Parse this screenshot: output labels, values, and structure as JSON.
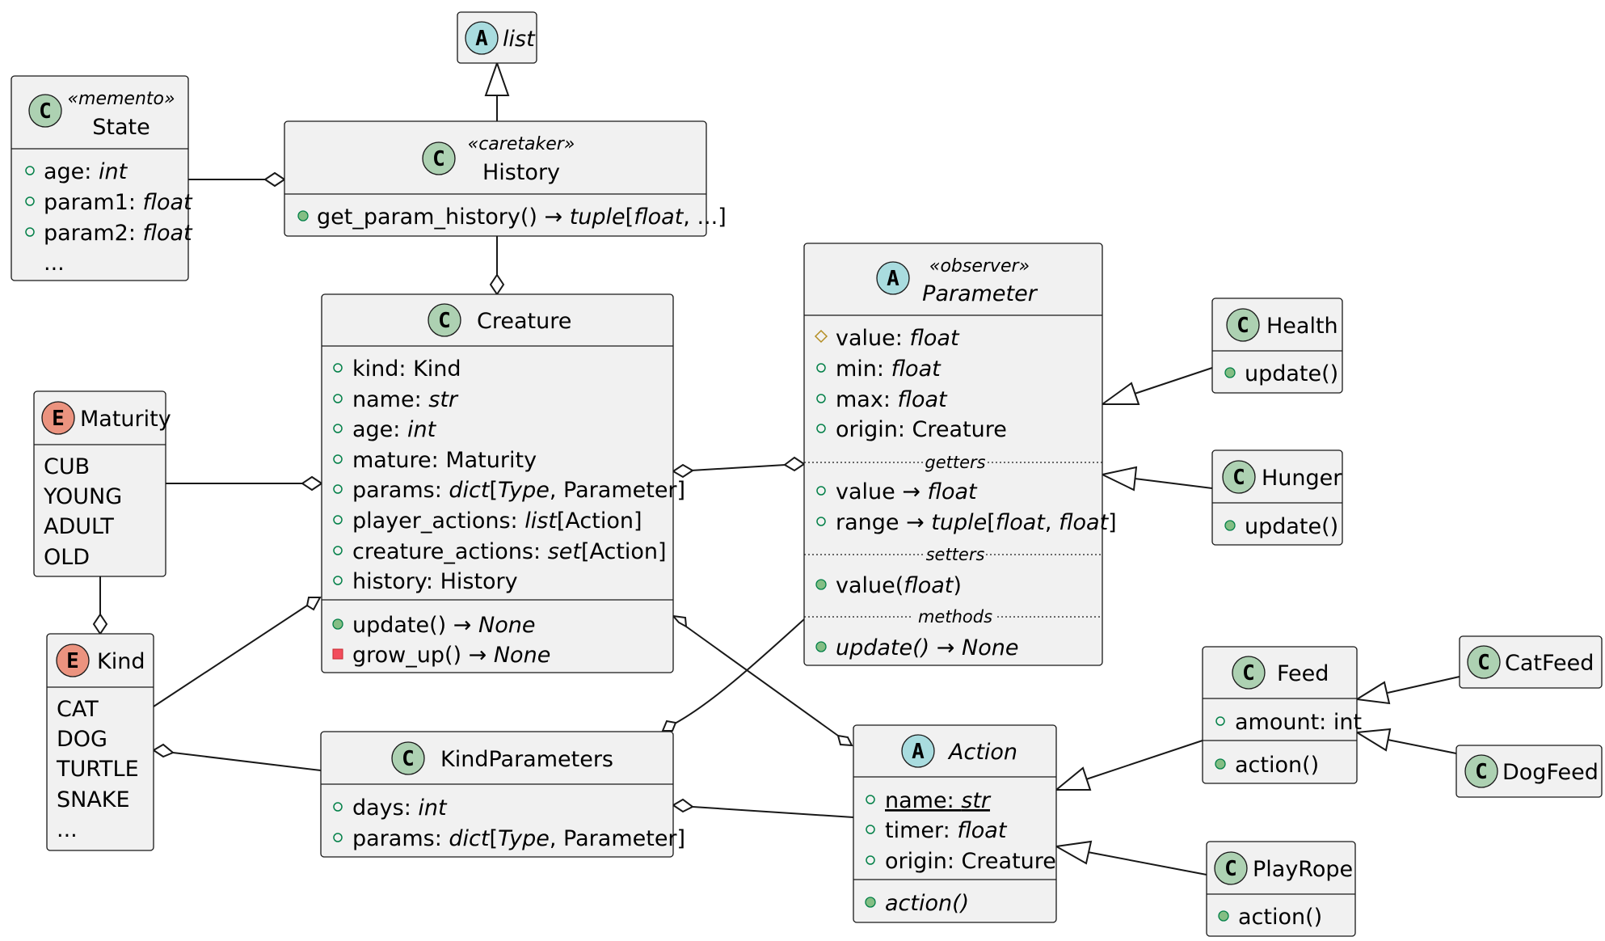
{
  "colors": {
    "class_circle": "#add1b2",
    "abstract_circle": "#a9dcdf",
    "enum_circle": "#eb937f",
    "box_fill": "#f1f1f1",
    "line": "#181818",
    "public_method": "#84be84",
    "protected_field": "#b38d22",
    "private_method": "#f24d5c"
  },
  "nodes": {
    "list": {
      "glyph": "A",
      "name": "list"
    },
    "state": {
      "glyph": "C",
      "stereotype": "«memento»",
      "name": "State",
      "fields": [
        {
          "n": "age",
          "t": "int"
        },
        {
          "n": "param1",
          "t": "float"
        },
        {
          "n": "param2",
          "t": "float"
        }
      ],
      "more": "..."
    },
    "history": {
      "glyph": "C",
      "stereotype": "«caretaker»",
      "name": "History",
      "method": {
        "n": "get_param_history() → ",
        "t": "tuple",
        "rest": "[",
        "t2": "float",
        "rest2": ", ...]"
      }
    },
    "creature": {
      "glyph": "C",
      "name": "Creature",
      "fields": [
        {
          "n": "kind: Kind",
          "t": ""
        },
        {
          "n": "name: ",
          "t": "str"
        },
        {
          "n": "age: ",
          "t": "int"
        },
        {
          "n": "mature: Maturity",
          "t": ""
        },
        {
          "n": "params: ",
          "t": "dict",
          "rest": "[",
          "t2": "Type",
          "rest2": ", Parameter]"
        },
        {
          "n": "player_actions: ",
          "t": "list",
          "rest": "[Action]"
        },
        {
          "n": "creature_actions: ",
          "t": "set",
          "rest": "[Action]"
        },
        {
          "n": "history: History",
          "t": ""
        }
      ],
      "methods": [
        {
          "n": "update() → ",
          "t": "None"
        },
        {
          "n": "grow_up() → ",
          "t": "None"
        }
      ]
    },
    "parameter": {
      "glyph": "A",
      "stereotype": "«observer»",
      "name": "Parameter",
      "fields": [
        {
          "n": "value: ",
          "t": "float"
        },
        {
          "n": "min: ",
          "t": "float"
        },
        {
          "n": "max: ",
          "t": "float"
        },
        {
          "n": "origin: Creature",
          "t": ""
        }
      ],
      "sep_getters": "getters",
      "getters": [
        {
          "n": "value → ",
          "t": "float"
        },
        {
          "n": "range → ",
          "t": "tuple",
          "rest": "[",
          "t2": "float",
          "rest2": ", ",
          "t3": "float",
          "rest3": "]"
        }
      ],
      "sep_setters": "setters",
      "setter": {
        "n": "value(",
        "t": "float",
        "rest": ")"
      },
      "sep_methods": "methods",
      "method": {
        "n": "update() → ",
        "t": "None"
      }
    },
    "health": {
      "glyph": "C",
      "name": "Health",
      "method": "update()"
    },
    "hunger": {
      "glyph": "C",
      "name": "Hunger",
      "method": "update()"
    },
    "maturity": {
      "glyph": "E",
      "name": "Maturity",
      "values": [
        "CUB",
        "YOUNG",
        "ADULT",
        "OLD"
      ]
    },
    "kind": {
      "glyph": "E",
      "name": "Kind",
      "values": [
        "CAT",
        "DOG",
        "TURTLE",
        "SNAKE",
        "..."
      ]
    },
    "kindparameters": {
      "glyph": "C",
      "name": "KindParameters",
      "fields": [
        {
          "n": "days: ",
          "t": "int"
        },
        {
          "n": "params: ",
          "t": "dict",
          "rest": "[",
          "t2": "Type",
          "rest2": ", Parameter]"
        }
      ]
    },
    "action": {
      "glyph": "A",
      "name": "Action",
      "fields": [
        {
          "n": "name: ",
          "t": "str"
        },
        {
          "n": "timer: ",
          "t": "float"
        },
        {
          "n": "origin: Creature",
          "t": ""
        }
      ],
      "method": "action()"
    },
    "feed": {
      "glyph": "C",
      "name": "Feed",
      "field": "amount: int",
      "method": "action()"
    },
    "catfeed": {
      "glyph": "C",
      "name": "CatFeed"
    },
    "dogfeed": {
      "glyph": "C",
      "name": "DogFeed"
    },
    "playrope": {
      "glyph": "C",
      "name": "PlayRope",
      "method": "action()"
    }
  }
}
